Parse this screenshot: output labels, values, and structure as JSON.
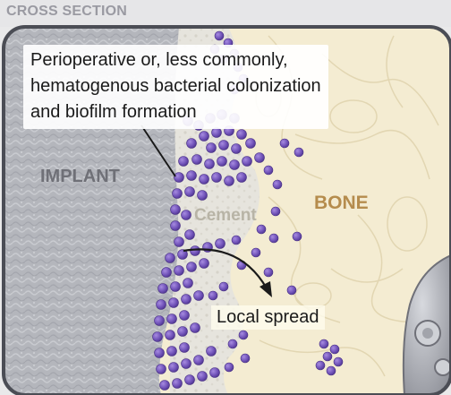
{
  "header": {
    "title": "CROSS SECTION"
  },
  "labels": {
    "caption": [
      "Perioperative or, less commonly,",
      "hematogenous bacterial colonization",
      "and biofilm formation"
    ],
    "implant": "IMPLANT",
    "cement": "Cement",
    "bone": "BONE",
    "local_spread": "Local spread"
  },
  "colors": {
    "implant": "#b4b6bc",
    "cement": "#e8e6df",
    "bone": "#f4ecd2",
    "bacteria": "#6f4fb3",
    "bone_label": "#b58c4d",
    "metal_component": "#b2b4bb"
  }
}
